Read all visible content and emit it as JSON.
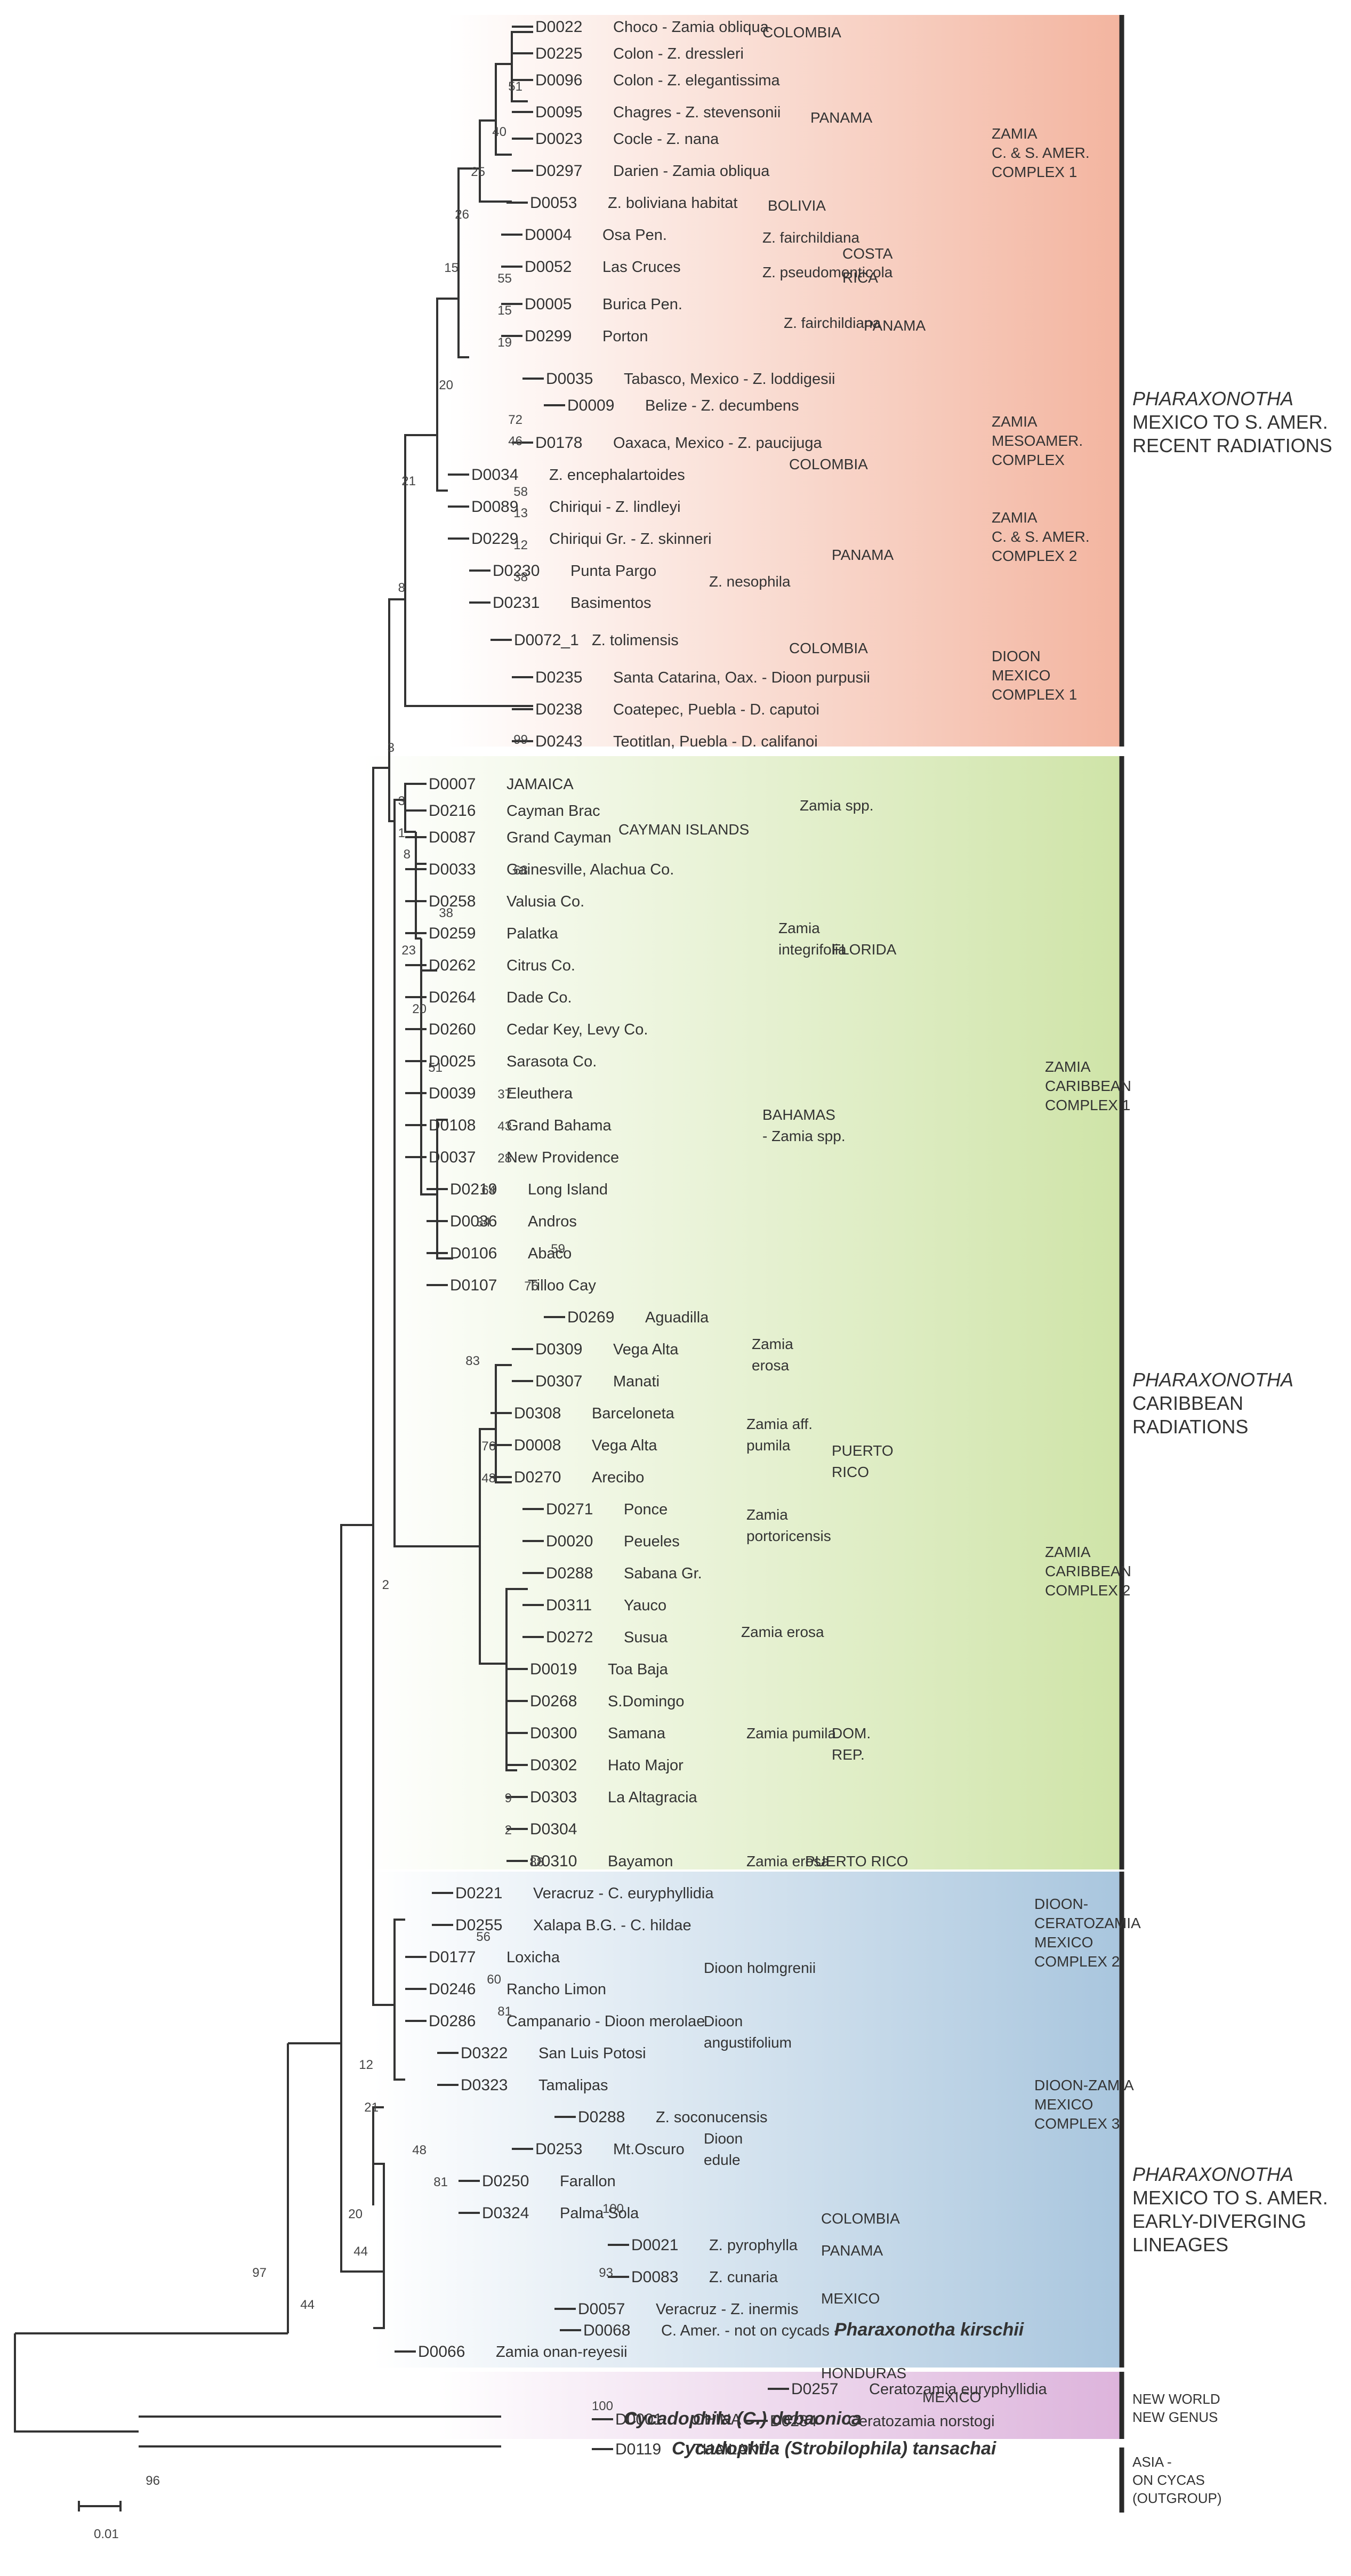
{
  "colors": {
    "red_band": "#f3b5a0",
    "green_band": "#cfe4a8",
    "blue_band": "#a9c6de",
    "purple_band": "#ddb4dc",
    "line": "#333333"
  },
  "taxa": [
    {
      "id": "D0022",
      "text": "Choco - Zamia obliqua"
    },
    {
      "id": "D0225",
      "text": "Colon - Z. dressleri"
    },
    {
      "id": "D0096",
      "text": "Colon - Z. elegantissima"
    },
    {
      "id": "D0095",
      "text": "Chagres - Z. stevensonii"
    },
    {
      "id": "D0023",
      "text": "Cocle - Z. nana"
    },
    {
      "id": "D0297",
      "text": "Darien - Zamia obliqua"
    },
    {
      "id": "D0053",
      "text": "Z. boliviana habitat"
    },
    {
      "id": "D0004",
      "text": "Osa Pen."
    },
    {
      "id": "D0052",
      "text": "Las Cruces"
    },
    {
      "id": "D0005",
      "text": "Burica Pen."
    },
    {
      "id": "D0299",
      "text": "Porton"
    },
    {
      "id": "D0035",
      "text": "Tabasco, Mexico - Z. loddigesii"
    },
    {
      "id": "D0009",
      "text": "Belize - Z. decumbens"
    },
    {
      "id": "D0178",
      "text": "Oaxaca, Mexico - Z. paucijuga"
    },
    {
      "id": "D0034",
      "text": "Z. encephalartoides"
    },
    {
      "id": "D0089",
      "text": "Chiriqui - Z. lindleyi"
    },
    {
      "id": "D0229",
      "text": "Chiriqui Gr. - Z. skinneri"
    },
    {
      "id": "D0230",
      "text": "Punta Pargo"
    },
    {
      "id": "D0231",
      "text": "Basimentos"
    },
    {
      "id": "D0072_1",
      "text": "Z. tolimensis"
    },
    {
      "id": "D0235",
      "text": "Santa Catarina, Oax. - Dioon purpusii"
    },
    {
      "id": "D0238",
      "text": "Coatepec, Puebla - D. caputoi"
    },
    {
      "id": "D0243",
      "text": "Teotitlan, Puebla - D. califanoi"
    },
    {
      "id": "D0007",
      "text": "JAMAICA"
    },
    {
      "id": "D0216",
      "text": "Cayman Brac"
    },
    {
      "id": "D0087",
      "text": "Grand Cayman"
    },
    {
      "id": "D0033",
      "text": "Gainesville, Alachua Co."
    },
    {
      "id": "D0258",
      "text": "Valusia Co."
    },
    {
      "id": "D0259",
      "text": "Palatka"
    },
    {
      "id": "D0262",
      "text": "Citrus Co."
    },
    {
      "id": "D0264",
      "text": "Dade Co."
    },
    {
      "id": "D0260",
      "text": "Cedar Key, Levy Co."
    },
    {
      "id": "D0025",
      "text": "Sarasota Co."
    },
    {
      "id": "D0039",
      "text": "Eleuthera"
    },
    {
      "id": "D0108",
      "text": "Grand Bahama"
    },
    {
      "id": "D0037",
      "text": "New Providence"
    },
    {
      "id": "D0219",
      "text": "Long Island"
    },
    {
      "id": "D0036",
      "text": "Andros"
    },
    {
      "id": "D0106",
      "text": "Abaco"
    },
    {
      "id": "D0107",
      "text": "Tilloo Cay"
    },
    {
      "id": "D0269",
      "text": "Aguadilla"
    },
    {
      "id": "D0309",
      "text": "Vega Alta"
    },
    {
      "id": "D0307",
      "text": "Manati"
    },
    {
      "id": "D0308",
      "text": "Barceloneta"
    },
    {
      "id": "D0008",
      "text": "Vega Alta"
    },
    {
      "id": "D0270",
      "text": "Arecibo"
    },
    {
      "id": "D0271",
      "text": "Ponce"
    },
    {
      "id": "D0020",
      "text": "Peueles"
    },
    {
      "id": "D0288",
      "text": "Sabana Gr."
    },
    {
      "id": "D0311",
      "text": "Yauco"
    },
    {
      "id": "D0272",
      "text": "Susua"
    },
    {
      "id": "D0019",
      "text": "Toa Baja"
    },
    {
      "id": "D0268",
      "text": "S.Domingo"
    },
    {
      "id": "D0300",
      "text": "Samana"
    },
    {
      "id": "D0302",
      "text": "Hato Major"
    },
    {
      "id": "D0303",
      "text": "La Altagracia"
    },
    {
      "id": "D0304",
      "text": ""
    },
    {
      "id": "D0310",
      "text": "Bayamon"
    },
    {
      "id": "D0221",
      "text": "Veracruz - C. euryphyllidia"
    },
    {
      "id": "D0255",
      "text": "Xalapa B.G. - C. hildae"
    },
    {
      "id": "D0177",
      "text": "Loxicha"
    },
    {
      "id": "D0246",
      "text": "Rancho Limon"
    },
    {
      "id": "D0286",
      "text": "Campanario - Dioon merolae"
    },
    {
      "id": "D0322",
      "text": "San Luis Potosi"
    },
    {
      "id": "D0323",
      "text": "Tamalipas"
    },
    {
      "id": "D0288",
      "text": "Z. soconucensis"
    },
    {
      "id": "D0253",
      "text": "Mt.Oscuro"
    },
    {
      "id": "D0250",
      "text": "Farallon"
    },
    {
      "id": "D0324",
      "text": "Palma Sola"
    },
    {
      "id": "D0021",
      "text": "Z. pyrophylla"
    },
    {
      "id": "D0083",
      "text": "Z. cunaria"
    },
    {
      "id": "D0057",
      "text": "Veracruz - Z. inermis"
    },
    {
      "id": "D0068",
      "text": "C. Amer. - not on cycads -"
    },
    {
      "id": "D0066",
      "text": "Zamia onan-reyesii"
    },
    {
      "id": "D0257",
      "text": "Ceratozamia euryphyllidia"
    },
    {
      "id": "D0284",
      "text": "Ceratozamia norstogi"
    },
    {
      "id": "D0001",
      "text": "CHINA -"
    },
    {
      "id": "D0119",
      "text": "THAILAND -"
    }
  ],
  "bold_names": {
    "kirschii": "Pharaxonotha kirschii",
    "debaonica": "Cycadophila (C.) debaonica",
    "tansachai": "Cycadophila (Strobilophila) tansachai"
  },
  "inner_labels": [
    "COLOMBIA",
    "PANAMA",
    "BOLIVIA",
    "Z. fairchildiana",
    "Z. pseudomonticola",
    "COSTA",
    "RICA",
    "Z. fairchildiana",
    "PANAMA",
    "COLOMBIA",
    "PANAMA",
    "Z. nesophila",
    "COLOMBIA",
    "CAYMAN ISLANDS",
    "Zamia spp.",
    "Zamia",
    "integrifolia",
    "FLORIDA",
    "BAHAMAS",
    "- Zamia spp.",
    "Zamia",
    "erosa",
    "Zamia aff.",
    "pumila",
    "Zamia",
    "portoricensis",
    "PUERTO",
    "RICO",
    "Zamia erosa",
    "Zamia pumila",
    "DOM.",
    "REP.",
    "Zamia erosa",
    "PUERTO RICO",
    "Dioon holmgrenii",
    "Dioon",
    "angustifolium",
    "Dioon",
    "edule",
    "COLOMBIA",
    "PANAMA",
    "MEXICO",
    "HONDURAS",
    "MEXICO"
  ],
  "complex_labels": [
    [
      "ZAMIA",
      "C. & S. AMER.",
      "COMPLEX 1"
    ],
    [
      "ZAMIA",
      "MESOAMER.",
      "COMPLEX"
    ],
    [
      "ZAMIA",
      "C. & S. AMER.",
      "COMPLEX 2"
    ],
    [
      "DIOON",
      "MEXICO",
      "COMPLEX 1"
    ],
    [
      "ZAMIA",
      "CARIBBEAN",
      "COMPLEX 1"
    ],
    [
      "ZAMIA",
      "CARIBBEAN",
      "COMPLEX 2"
    ],
    [
      "DIOON-",
      "CERATOZAMIA",
      "MEXICO",
      "COMPLEX 2"
    ],
    [
      "DIOON-ZAMIA",
      "MEXICO",
      "COMPLEX 3"
    ]
  ],
  "group_labels": [
    [
      "PHARAXONOTHA",
      "MEXICO TO S. AMER.",
      "RECENT RADIATIONS"
    ],
    [
      "PHARAXONOTHA",
      "CARIBBEAN",
      "RADIATIONS"
    ],
    [
      "PHARAXONOTHA",
      "MEXICO TO S. AMER.",
      "EARLY-DIVERGING",
      "LINEAGES"
    ],
    [
      "NEW WORLD",
      "NEW GENUS"
    ],
    [
      "ASIA -",
      "ON CYCAS",
      "(OUTGROUP)"
    ]
  ],
  "bootstrap": [
    "51",
    "40",
    "25",
    "26",
    "15",
    "55",
    "15",
    "19",
    "20",
    "72",
    "46",
    "21",
    "58",
    "13",
    "12",
    "38",
    "8",
    "99",
    "3",
    "3",
    "1",
    "8",
    "68",
    "38",
    "23",
    "20",
    "51",
    "37",
    "43",
    "28",
    "64",
    "34",
    "59",
    "76",
    "83",
    "76",
    "48",
    "2",
    "9",
    "2",
    "88",
    "56",
    "60",
    "81",
    "12",
    "21",
    "48",
    "81",
    "20",
    "44",
    "100",
    "93",
    "44",
    "97",
    "100",
    "96"
  ],
  "scale": {
    "label": "0.01"
  }
}
